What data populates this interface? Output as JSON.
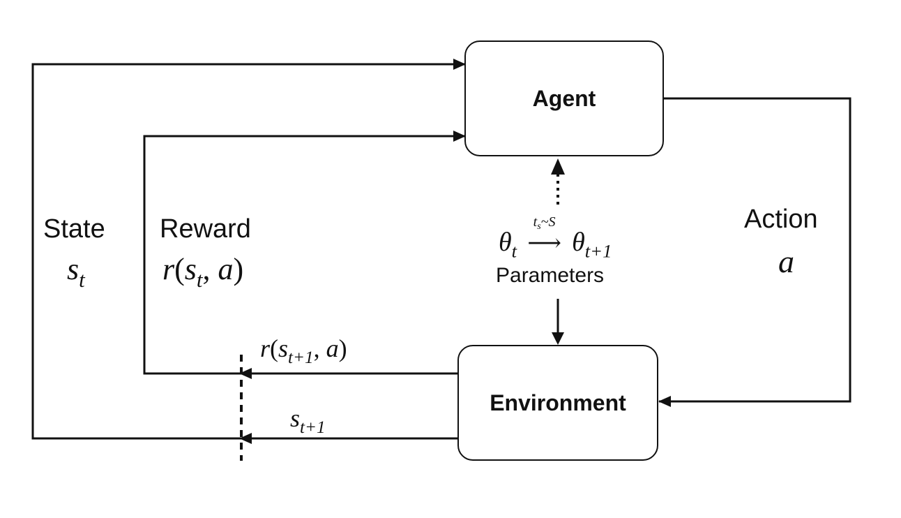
{
  "nodes": {
    "agent": {
      "label": "Agent"
    },
    "environment": {
      "label": "Environment"
    }
  },
  "labels": {
    "state": {
      "word": "State",
      "symbol": "s",
      "sub": "t"
    },
    "reward": {
      "word": "Reward",
      "r": "r",
      "open": "(",
      "s": "s",
      "sub": "t",
      "comma": ", ",
      "a": "a",
      "close": ")"
    },
    "action": {
      "word": "Action",
      "symbol": "a"
    },
    "reward_next": {
      "r": "r",
      "open": "(",
      "s": "s",
      "sub": "t+1",
      "comma": ", ",
      "a": "a",
      "close": ")"
    },
    "state_next": {
      "s": "s",
      "sub": "t+1"
    },
    "parameters": {
      "theta": "θ",
      "sub_t": "t",
      "over_t": "t",
      "over_sub": "s",
      "over_rest": "~S",
      "arrow": "⟶",
      "theta_next": "θ",
      "sub_next": "t+1",
      "word": "Parameters"
    }
  },
  "colors": {
    "stroke": "#111111",
    "background": "#ffffff"
  }
}
